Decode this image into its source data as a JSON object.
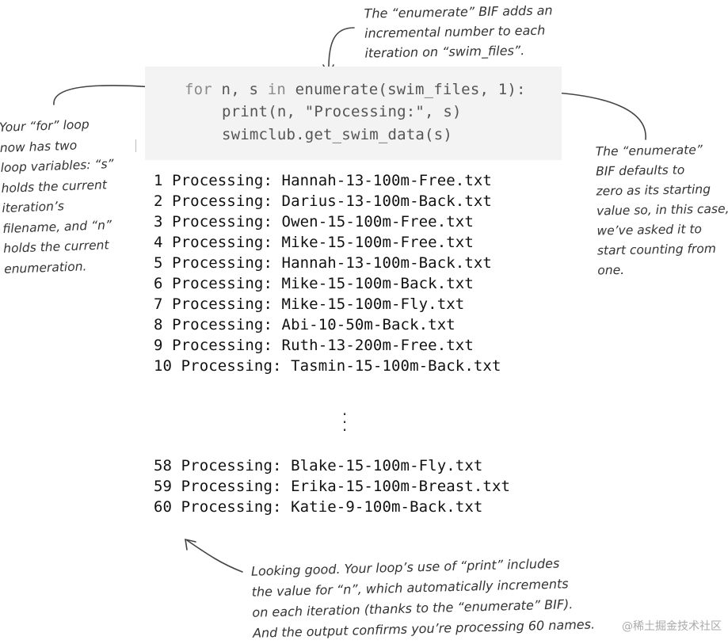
{
  "code": {
    "line1": {
      "keyword_for": "for",
      "vars": " n, s ",
      "keyword_in": "in",
      "rest": " enumerate(swim_files, 1):"
    },
    "line2": "print(n, \"Processing:\", s)",
    "line3": "swimclub.get_swim_data(s)"
  },
  "output_first": [
    "1 Processing: Hannah-13-100m-Free.txt",
    "2 Processing: Darius-13-100m-Back.txt",
    "3 Processing: Owen-15-100m-Free.txt",
    "4 Processing: Mike-15-100m-Free.txt",
    "5 Processing: Hannah-13-100m-Back.txt",
    "6 Processing: Mike-15-100m-Back.txt",
    "7 Processing: Mike-15-100m-Fly.txt",
    "8 Processing: Abi-10-50m-Back.txt",
    "9 Processing: Ruth-13-200m-Free.txt",
    "10 Processing: Tasmin-15-100m-Back.txt"
  ],
  "output_last": [
    "58 Processing: Blake-15-100m-Fly.txt",
    "59 Processing: Erika-15-100m-Breast.txt",
    "60 Processing: Katie-9-100m-Back.txt"
  ],
  "ellipsis": ".\n.\n.",
  "annotations": {
    "top": "The “enumerate” BIF adds an\nincremental number to each\niteration on “swim_files”.",
    "left": "Your “for” loop\nnow has two\nloop variables: “s”\nholds the current\niteration’s\nfilename, and “n”\nholds the current\nenumeration.",
    "right": "The “enumerate”\nBIF defaults to\nzero as its starting\nvalue so, in this case,\nwe’ve asked it to\nstart counting from\none.",
    "bottom": "Looking good. Your loop’s use of “print” includes\nthe value for “n”, which automatically increments\non each iteration (thanks to the “enumerate” BIF).\nAnd the output confirms you’re processing 60 names."
  },
  "watermark": "@稀土掘金技术社区",
  "colors": {
    "code_background": "#f3f3f3",
    "keyword": "#8a8a8a",
    "text": "#111111"
  }
}
